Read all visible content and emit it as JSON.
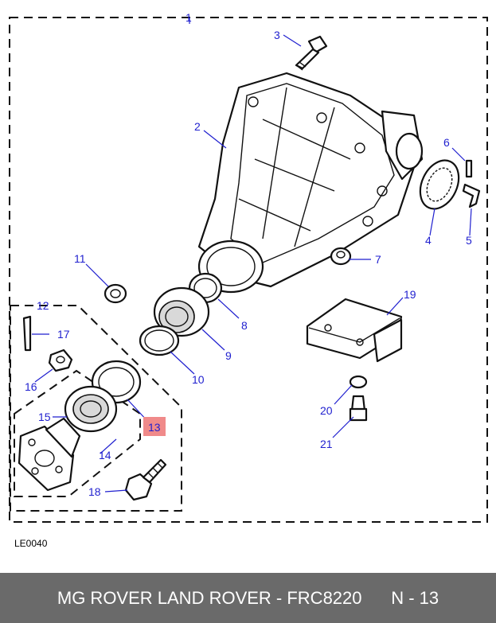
{
  "diagram": {
    "ref_code": "LE0040",
    "callouts": [
      "1",
      "2",
      "3",
      "4",
      "5",
      "6",
      "7",
      "8",
      "9",
      "10",
      "11",
      "12",
      "13",
      "14",
      "15",
      "16",
      "17",
      "18",
      "19",
      "20",
      "21"
    ],
    "highlighted_callout": "13",
    "highlight_color": "#f08a8a",
    "callout_color": "#1f1fcf"
  },
  "footer": {
    "title": "MG ROVER LAND ROVER - FRC8220",
    "page": "N - 13",
    "background": "#6a6a6a"
  }
}
